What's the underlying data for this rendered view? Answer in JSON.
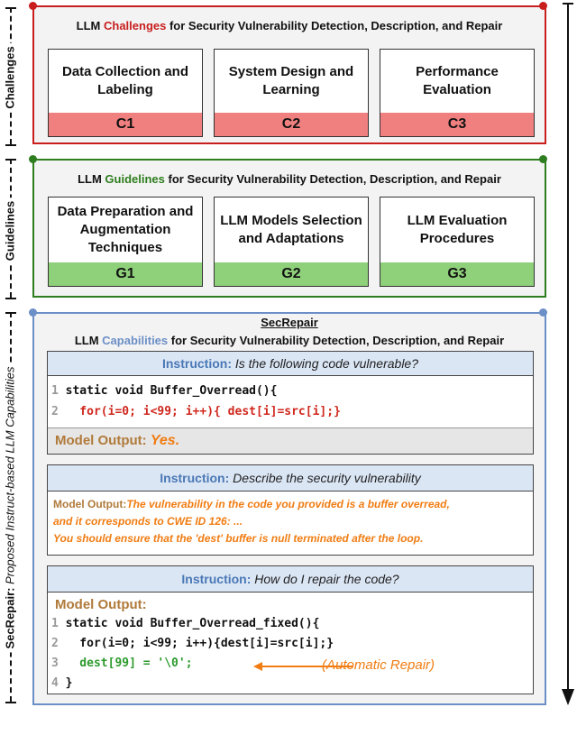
{
  "side_labels": {
    "challenges": "Challenges",
    "guidelines": "Guidelines",
    "secrepair_bold": "SecRepair:",
    "secrepair_italic": "Proposed Instruct-based LLM Capabilities"
  },
  "challenges": {
    "title_pre": "LLM ",
    "title_key": "Challenges",
    "title_post": " for Security Vulnerability Detection, Description, and Repair",
    "accent": "#c81e1e",
    "fill": "#f08080",
    "cards": [
      {
        "text": "Data Collection and Labeling",
        "id": "C1"
      },
      {
        "text": "System Design and Learning",
        "id": "C2"
      },
      {
        "text": "Performance Evaluation",
        "id": "C3"
      }
    ]
  },
  "guidelines": {
    "title_pre": "LLM ",
    "title_key": "Guidelines",
    "title_post": " for Security Vulnerability Detection, Description, and Repair",
    "accent": "#2e7d1e",
    "fill": "#8fd07a",
    "cards": [
      {
        "text": "Data Preparation and Augmentation Techniques",
        "id": "G1"
      },
      {
        "text": "LLM Models Selection and Adaptations",
        "id": "G2"
      },
      {
        "text": "LLM Evaluation Procedures",
        "id": "G3"
      }
    ]
  },
  "secrepair": {
    "heading": "SecRepair",
    "title_pre": "LLM ",
    "title_key": "Capabilities",
    "title_post": " for Security Vulnerability Detection, Description, and Repair",
    "accent": "#6c8fc7",
    "panel1": {
      "instr_label": "Instruction:",
      "instr_text": "Is the following code vulnerable?",
      "code": [
        {
          "n": "1",
          "text": "static void Buffer_Overread(){"
        },
        {
          "n": "2",
          "text": "  for(i=0; i<99; i++){ dest[i]=src[i];}"
        }
      ],
      "out_label": "Model Output:",
      "out_text": "Yes."
    },
    "panel2": {
      "instr_label": "Instruction:",
      "instr_text": "Describe the security vulnerability",
      "out_label": "Model Output:",
      "out_line1": "The vulnerability in the code you provided is a buffer overread,",
      "out_line2": "and it corresponds to CWE ID 126: ...",
      "out_line3": "You should ensure that the 'dest' buffer is null terminated after the loop."
    },
    "panel3": {
      "instr_label": "Instruction:",
      "instr_text": "How do I repair the code?",
      "out_label": "Model Output:",
      "code": [
        {
          "n": "1",
          "text": "static void Buffer_Overread_fixed(){"
        },
        {
          "n": "2",
          "text": "  for(i=0; i<99; i++){dest[i]=src[i];}"
        },
        {
          "n": "3",
          "text": "  dest[99] = '\\0';"
        },
        {
          "n": "4",
          "text": "}"
        }
      ],
      "repair_note": "(Automatic Repair)"
    }
  }
}
